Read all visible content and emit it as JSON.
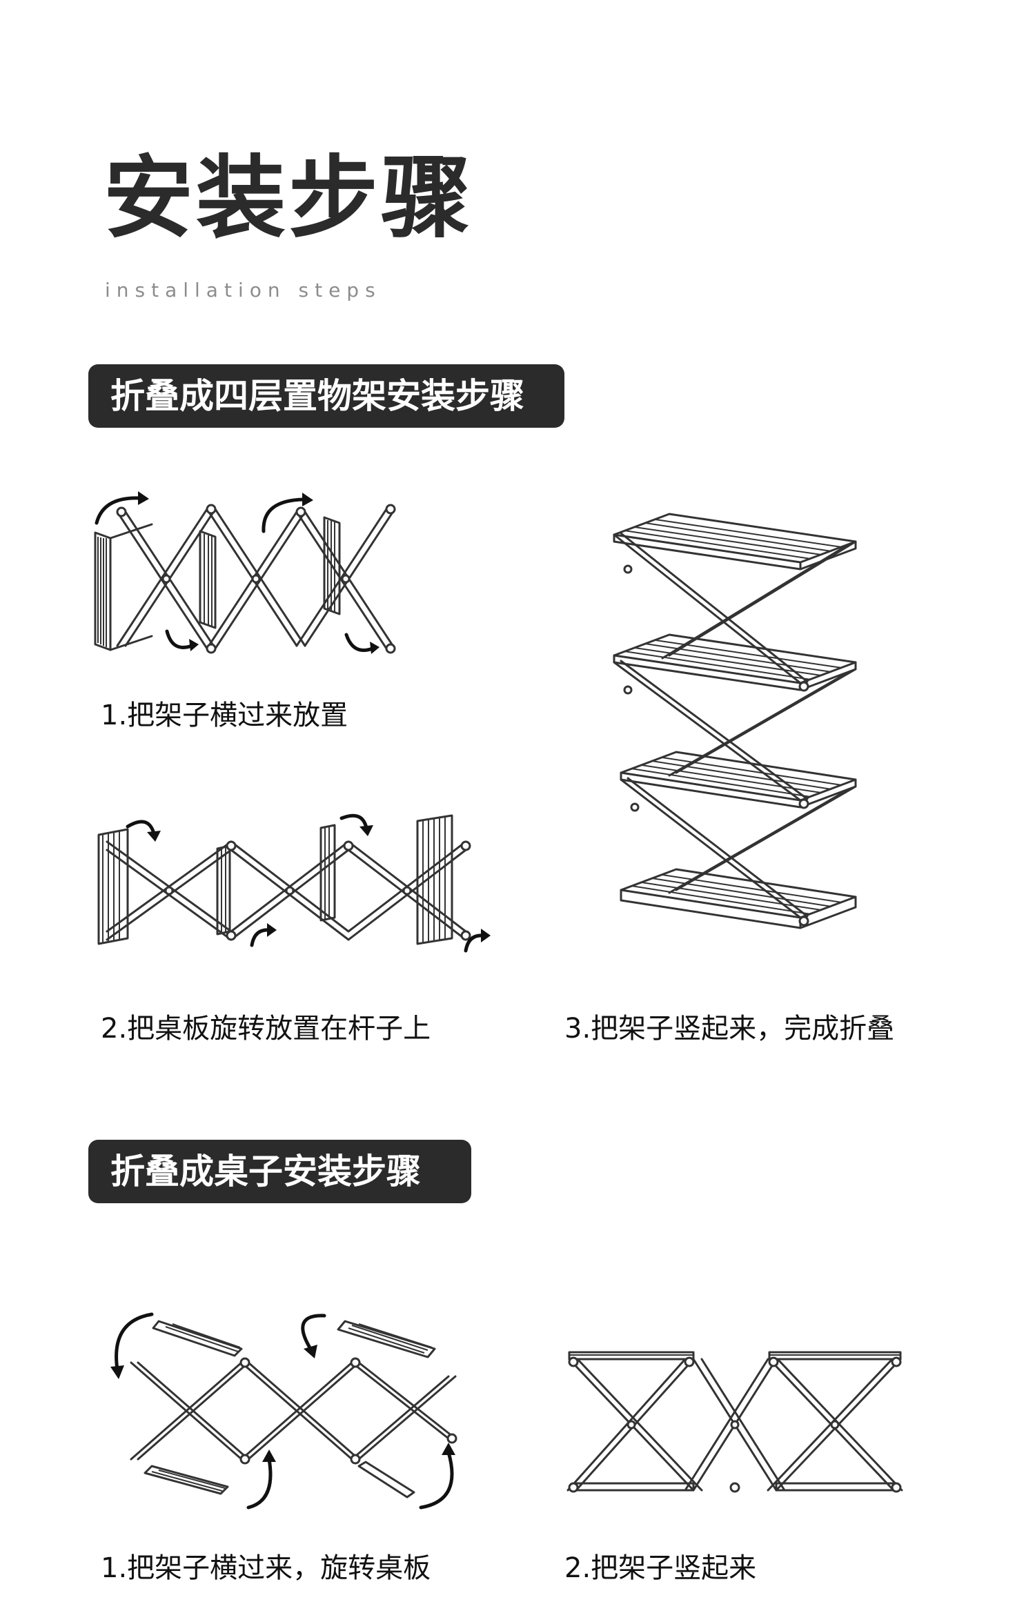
{
  "header": {
    "title": "安装步骤",
    "subtitle": "installation steps"
  },
  "section_shelf": {
    "banner": "折叠成四层置物架安装步骤",
    "steps": [
      {
        "caption": "1.把架子横过来放置"
      },
      {
        "caption": "2.把桌板旋转放置在杆子上"
      },
      {
        "caption": "3.把架子竖起来，完成折叠"
      }
    ]
  },
  "section_table": {
    "banner": "折叠成桌子安装步骤",
    "steps": [
      {
        "caption": "1.把架子横过来，旋转桌板"
      },
      {
        "caption": "2.把架子竖起来"
      }
    ]
  },
  "colors": {
    "banner_bg": "#2b2b2b",
    "banner_text": "#ffffff",
    "title_text": "#2b2b2b",
    "subtitle_text": "#8c8c8c",
    "line_art": "#333333"
  }
}
